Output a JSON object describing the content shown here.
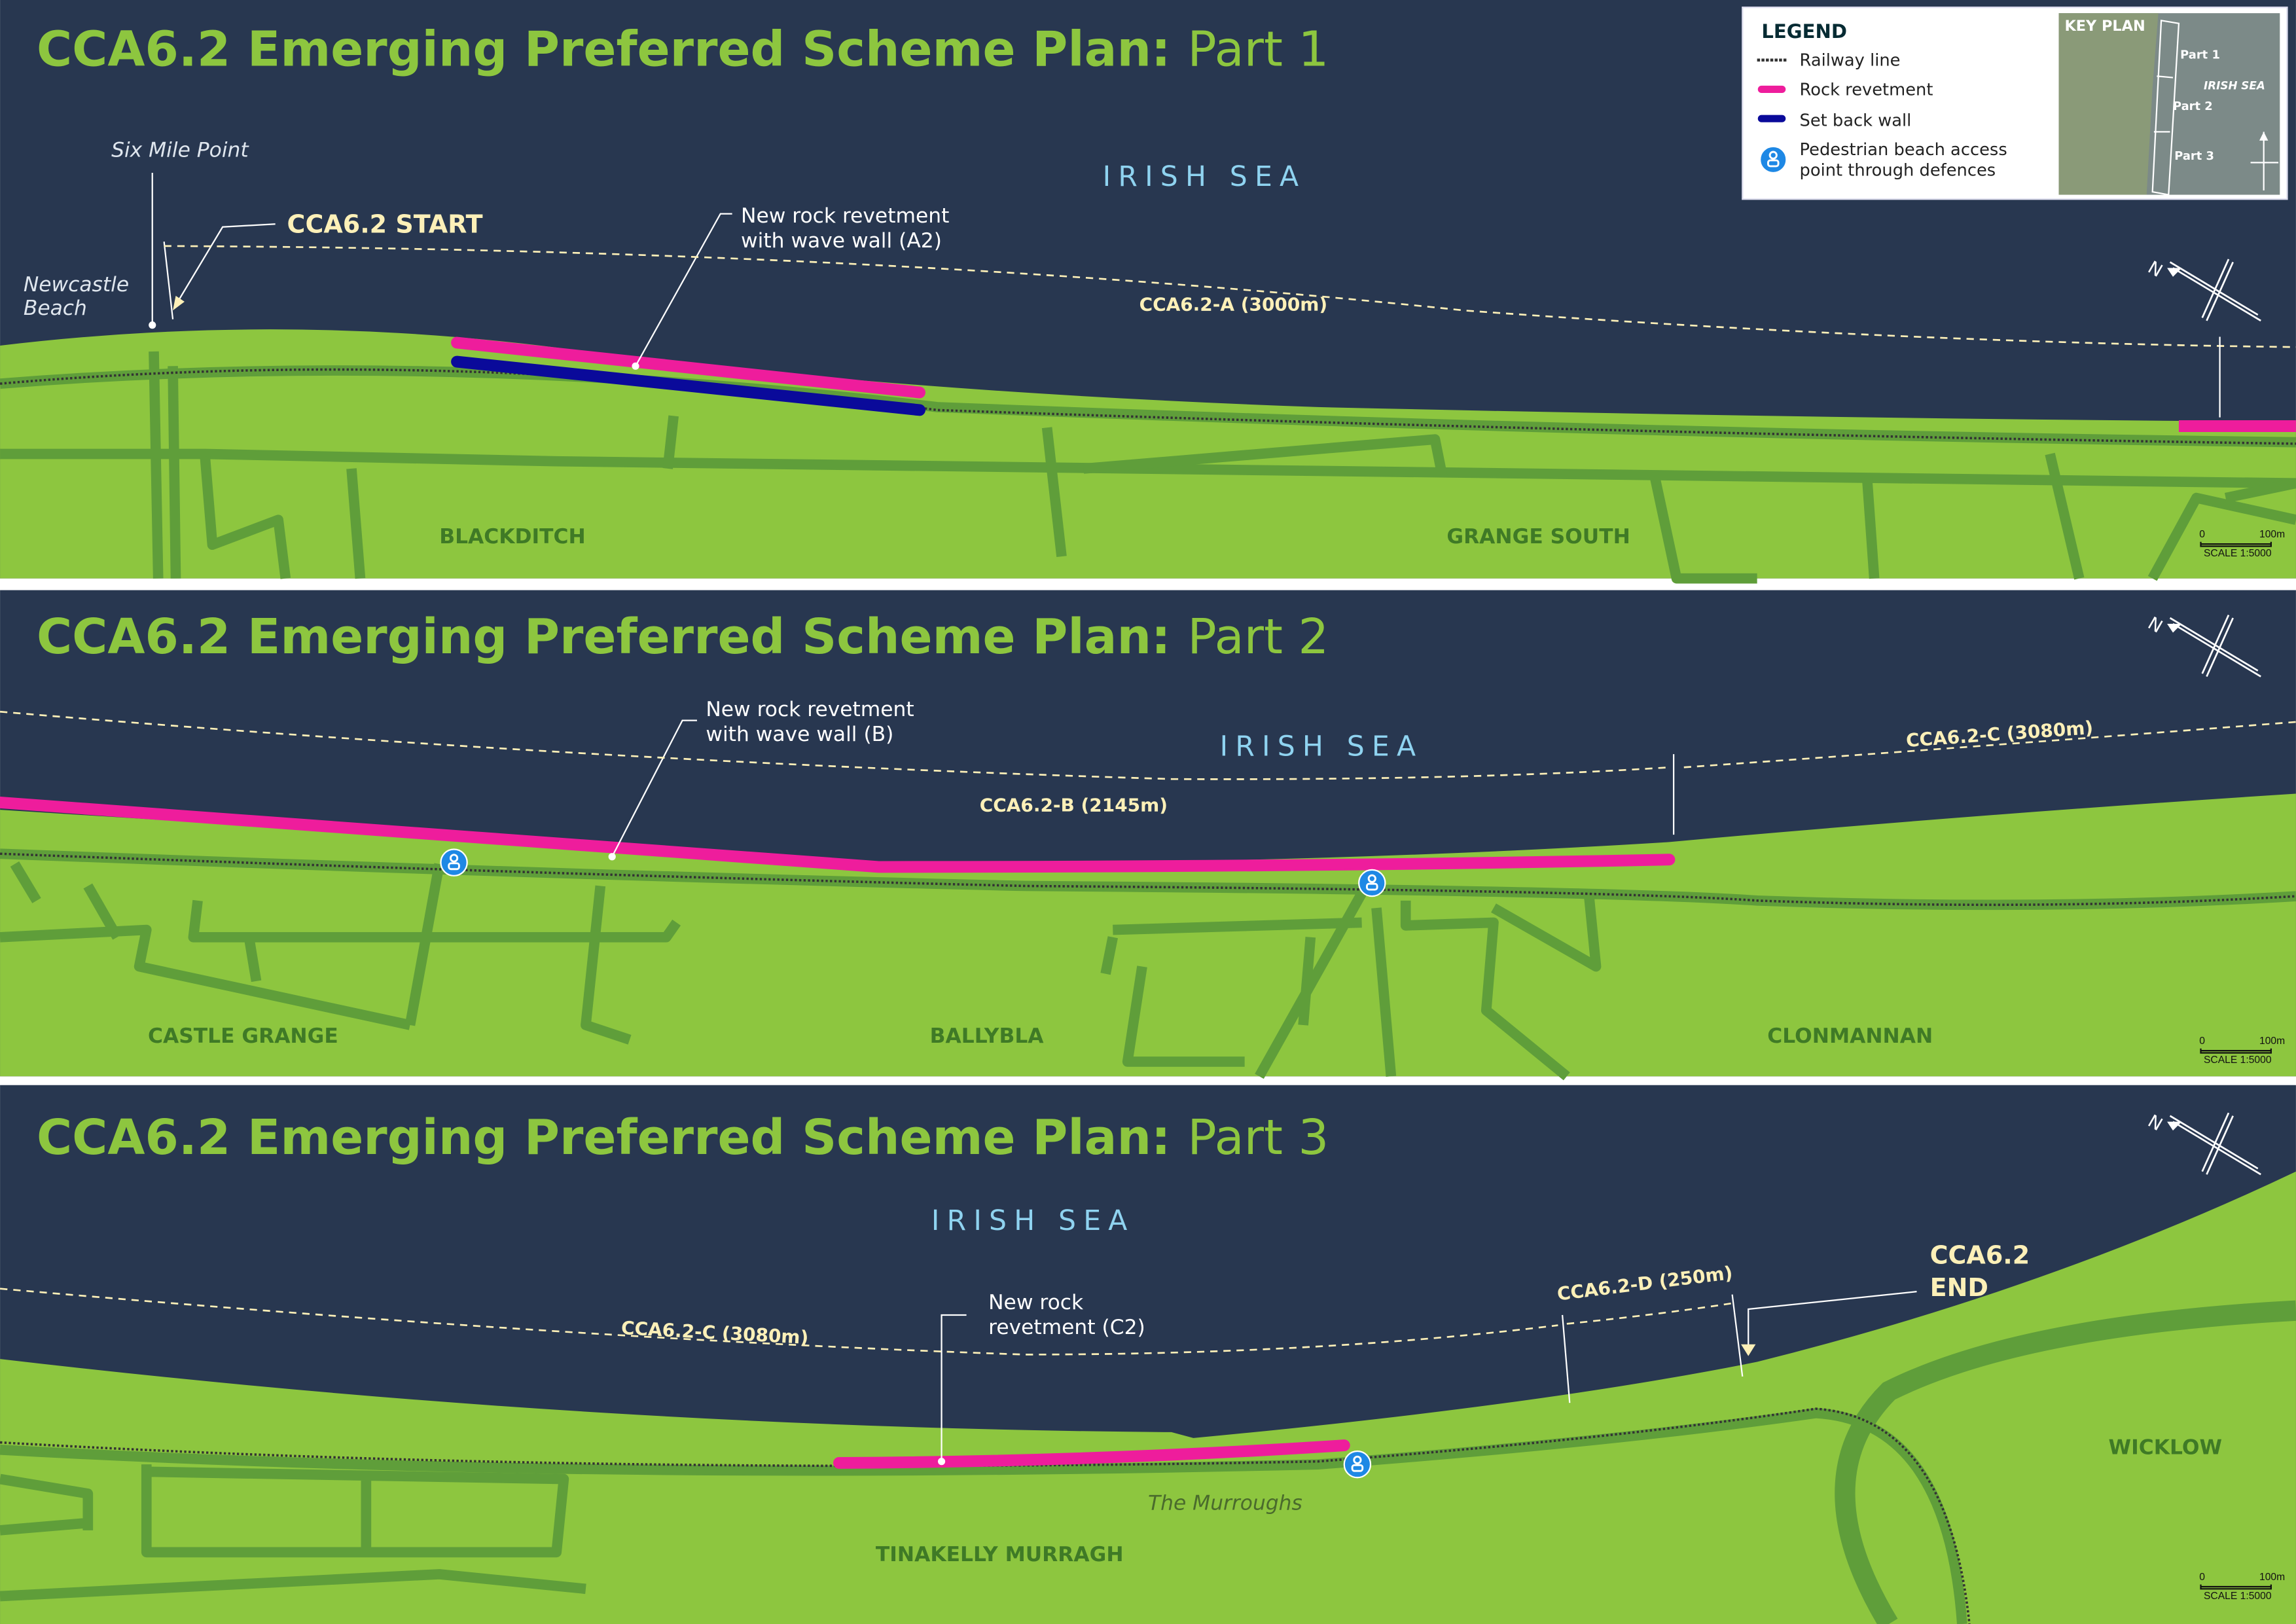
{
  "colors": {
    "sea": "#283750",
    "land": "#8dc63f",
    "road": "#5f9e3a",
    "rock_revetment": "#ee1d9c",
    "set_back_wall": "#0a0a9a",
    "access_point": "#1e88e5",
    "title": "#8dc63f",
    "sea_label": "#8fd3f0",
    "segment_label": "#fdf0b8"
  },
  "legend": {
    "title": "LEGEND",
    "items": [
      {
        "icon": "railway-line-icon",
        "label": "Railway line"
      },
      {
        "icon": "rock-revetment-swatch",
        "label": "Rock revetment"
      },
      {
        "icon": "set-back-wall-swatch",
        "label": "Set back wall"
      },
      {
        "icon": "pedestrian-access-icon",
        "label_line1": "Pedestrian beach access",
        "label_line2": "point through defences"
      }
    ]
  },
  "key_plan": {
    "title": "KEY PLAN",
    "sea": "IRISH SEA",
    "parts": [
      "Part 1",
      "Part 2",
      "Part 3"
    ]
  },
  "scale": {
    "zero": "0",
    "max": "100m",
    "ratio": "SCALE 1:5000"
  },
  "panels": [
    {
      "title_bold": "CCA6.2 Emerging Preferred Scheme Plan:",
      "title_part": "Part 1",
      "sea": "IRISH SEA",
      "labels": {
        "six_mile_point": "Six Mile Point",
        "newcastle_1": "Newcastle",
        "newcastle_2": "Beach",
        "start": "CCA6.2 START",
        "callout_1": "New rock revetment",
        "callout_2": "with wave wall (A2)",
        "segment": "CCA6.2-A (3000m)"
      },
      "places": [
        "BLACKDITCH",
        "GRANGE SOUTH"
      ]
    },
    {
      "title_bold": "CCA6.2 Emerging Preferred Scheme Plan:",
      "title_part": "Part 2",
      "sea": "IRISH SEA",
      "labels": {
        "callout_1": "New rock revetment",
        "callout_2": "with wave wall (B)",
        "segment_b": "CCA6.2-B (2145m)",
        "segment_c": "CCA6.2-C (3080m)"
      },
      "places": [
        "CASTLE GRANGE",
        "BALLYBLA",
        "CLONMANNAN"
      ]
    },
    {
      "title_bold": "CCA6.2 Emerging Preferred Scheme Plan:",
      "title_part": "Part 3",
      "sea": "IRISH SEA",
      "labels": {
        "callout_1": "New rock",
        "callout_2": "revetment (C2)",
        "segment_c": "CCA6.2-C (3080m)",
        "segment_d": "CCA6.2-D (250m)",
        "end_1": "CCA6.2",
        "end_2": "END",
        "murroughs": "The Murroughs"
      },
      "places": [
        "TINAKELLY MURRAGH",
        "WICKLOW"
      ]
    }
  ]
}
